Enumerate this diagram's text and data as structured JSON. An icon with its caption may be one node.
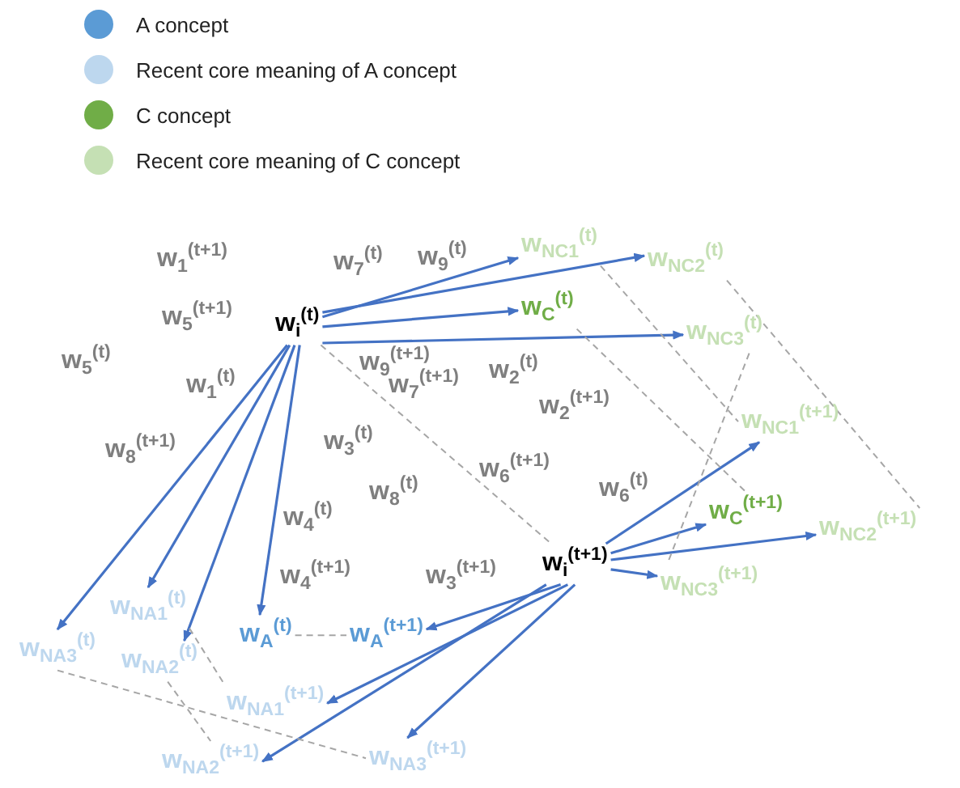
{
  "diagram": {
    "nodes": [
      {
        "text": [
          "w$_{i}$$^{(t)}$"
        ]
      },
      {
        "text": [
          "w$_{NC1}$$^{(t)}$"
        ]
      },
      {
        "text": [
          "w$_{NC2}$$^{(t)}$"
        ]
      },
      {
        "text": [
          "w$_{C}$$^{(t)}$"
        ]
      },
      {
        "text": [
          "w$_{NC3}$$^{(t)}$"
        ]
      },
      {
        "text": [
          "w$_{i}$$^{(t+1)}$"
        ]
      },
      {
        "text": [
          "w$_{NC1}$$^{(t+1)}$"
        ]
      },
      {
        "text": [
          "w$_{C}$$^{(t+1)}$"
        ]
      },
      {
        "text": [
          "w$_{NC2}$$^{(t+1)}$"
        ]
      },
      {
        "text": [
          "w$_{NC3}$$^{(t+1)}$"
        ]
      },
      {
        "text": [
          "w$_{NA3}$$^{(t)}$"
        ]
      },
      {
        "text": [
          "w$_{NA1}$$^{(t)}$"
        ]
      },
      {
        "text": [
          "w$_{NA2}$$^{(t)}$"
        ]
      },
      {
        "text": [
          "w$_{A}$$^{(t)}$"
        ]
      },
      {
        "text": [
          "w$_{A}$$^{(t+1)}$"
        ]
      },
      {
        "text": [
          "w$_{NA1}$$^{(t+1)}$"
        ]
      },
      {
        "text": [
          "w$_{NA2}$$^{(t+1)}$"
        ]
      },
      {
        "text": [
          "w$_{NA3}$$^{(t+1)}$"
        ]
      }
    ],
    "edges": [
      {
        "from": 0,
        "to": 1,
        "arrow": "to"
      },
      {
        "from": 0,
        "to": 2,
        "arrow": "to"
      },
      {
        "from": 0,
        "to": 3,
        "arrow": "to"
      },
      {
        "from": 0,
        "to": 4,
        "arrow": "to"
      },
      {
        "from": 0,
        "to": 10,
        "arrow": "to"
      },
      {
        "from": 0,
        "to": 11,
        "arrow": "to"
      },
      {
        "from": 0,
        "to": 12,
        "arrow": "to"
      },
      {
        "from": 0,
        "to": 13,
        "arrow": "to"
      },
      {
        "from": 5,
        "to": 6,
        "arrow": "to"
      },
      {
        "from": 5,
        "to": 7,
        "arrow": "to"
      },
      {
        "from": 5,
        "to": 8,
        "arrow": "to"
      },
      {
        "from": 5,
        "to": 9,
        "arrow": "to"
      },
      {
        "from": 5,
        "to": 14,
        "arrow": "to"
      },
      {
        "from": 5,
        "to": 15,
        "arrow": "to"
      },
      {
        "from": 5,
        "to": 17,
        "arrow": "to"
      },
      {
        "from": 5,
        "to": 16,
        "arrow": "to"
      },
      {
        "from": 0,
        "to": 5,
        "arrow": "none",
        "style": "dashed",
        "color": "#a6a6a6"
      },
      {
        "from": 13,
        "to": 14,
        "arrow": "none",
        "style": "dashed",
        "color": "#a6a6a6"
      },
      {
        "from": 11,
        "to": 15,
        "arrow": "none",
        "style": "dashed",
        "color": "#a6a6a6"
      },
      {
        "from": 12,
        "to": 16,
        "arrow": "none",
        "style": "dashed",
        "color": "#a6a6a6"
      },
      {
        "from": 10,
        "to": 17,
        "arrow": "none",
        "style": "dashed",
        "color": "#a6a6a6"
      },
      {
        "from": 1,
        "to": 6,
        "arrow": "none",
        "style": "dashed",
        "color": "#a6a6a6"
      },
      {
        "from": 3,
        "to": 7,
        "arrow": "none",
        "style": "dashed",
        "color": "#a6a6a6"
      },
      {
        "from": 4,
        "to": 9,
        "arrow": "none",
        "style": "dashed",
        "color": "#a6a6a6"
      },
      {
        "from": 2,
        "to": 8,
        "arrow": "none",
        "style": "dashed",
        "color": "#a6a6a6"
      }
    ],
    "labels": [
      "w$_{1}$$^{(t+1)}$",
      "w$_{7}$$^{(t)}$",
      "w$_{9}$$^{(t)}$",
      "w$_{5}$$^{(t+1)}$",
      "w$_{5}$$^{(t)}$",
      "w$_{9}$$^{(t+1)}$",
      "w$_{1}$$^{(t)}$",
      "w$_{7}$$^{(t+1)}$",
      "w$_{2}$$^{(t)}$",
      "w$_{3}$$^{(t)}$",
      "w$_{2}$$^{(t+1)}$",
      "w$_{8}$$^{(t+1)}$",
      "w$_{8}$$^{(t)}$",
      "w$_{6}$$^{(t+1)}$",
      "w$_{6}$$^{(t)}$",
      "w$_{4}$$^{(t)}$",
      "w$_{4}$$^{(t+1)}$",
      "w$_{3}$$^{(t+1)}$"
    ],
    "legend": [
      {
        "text": "A concept",
        "color": "#5b9bd5"
      },
      {
        "text": "Recent core meaning of A concept",
        "color": "#bdd7ee"
      },
      {
        "text": "C concept",
        "color": "#70ad47"
      },
      {
        "text": "Recent core meaning of C concept",
        "color": "#c5e0b4"
      }
    ]
  }
}
